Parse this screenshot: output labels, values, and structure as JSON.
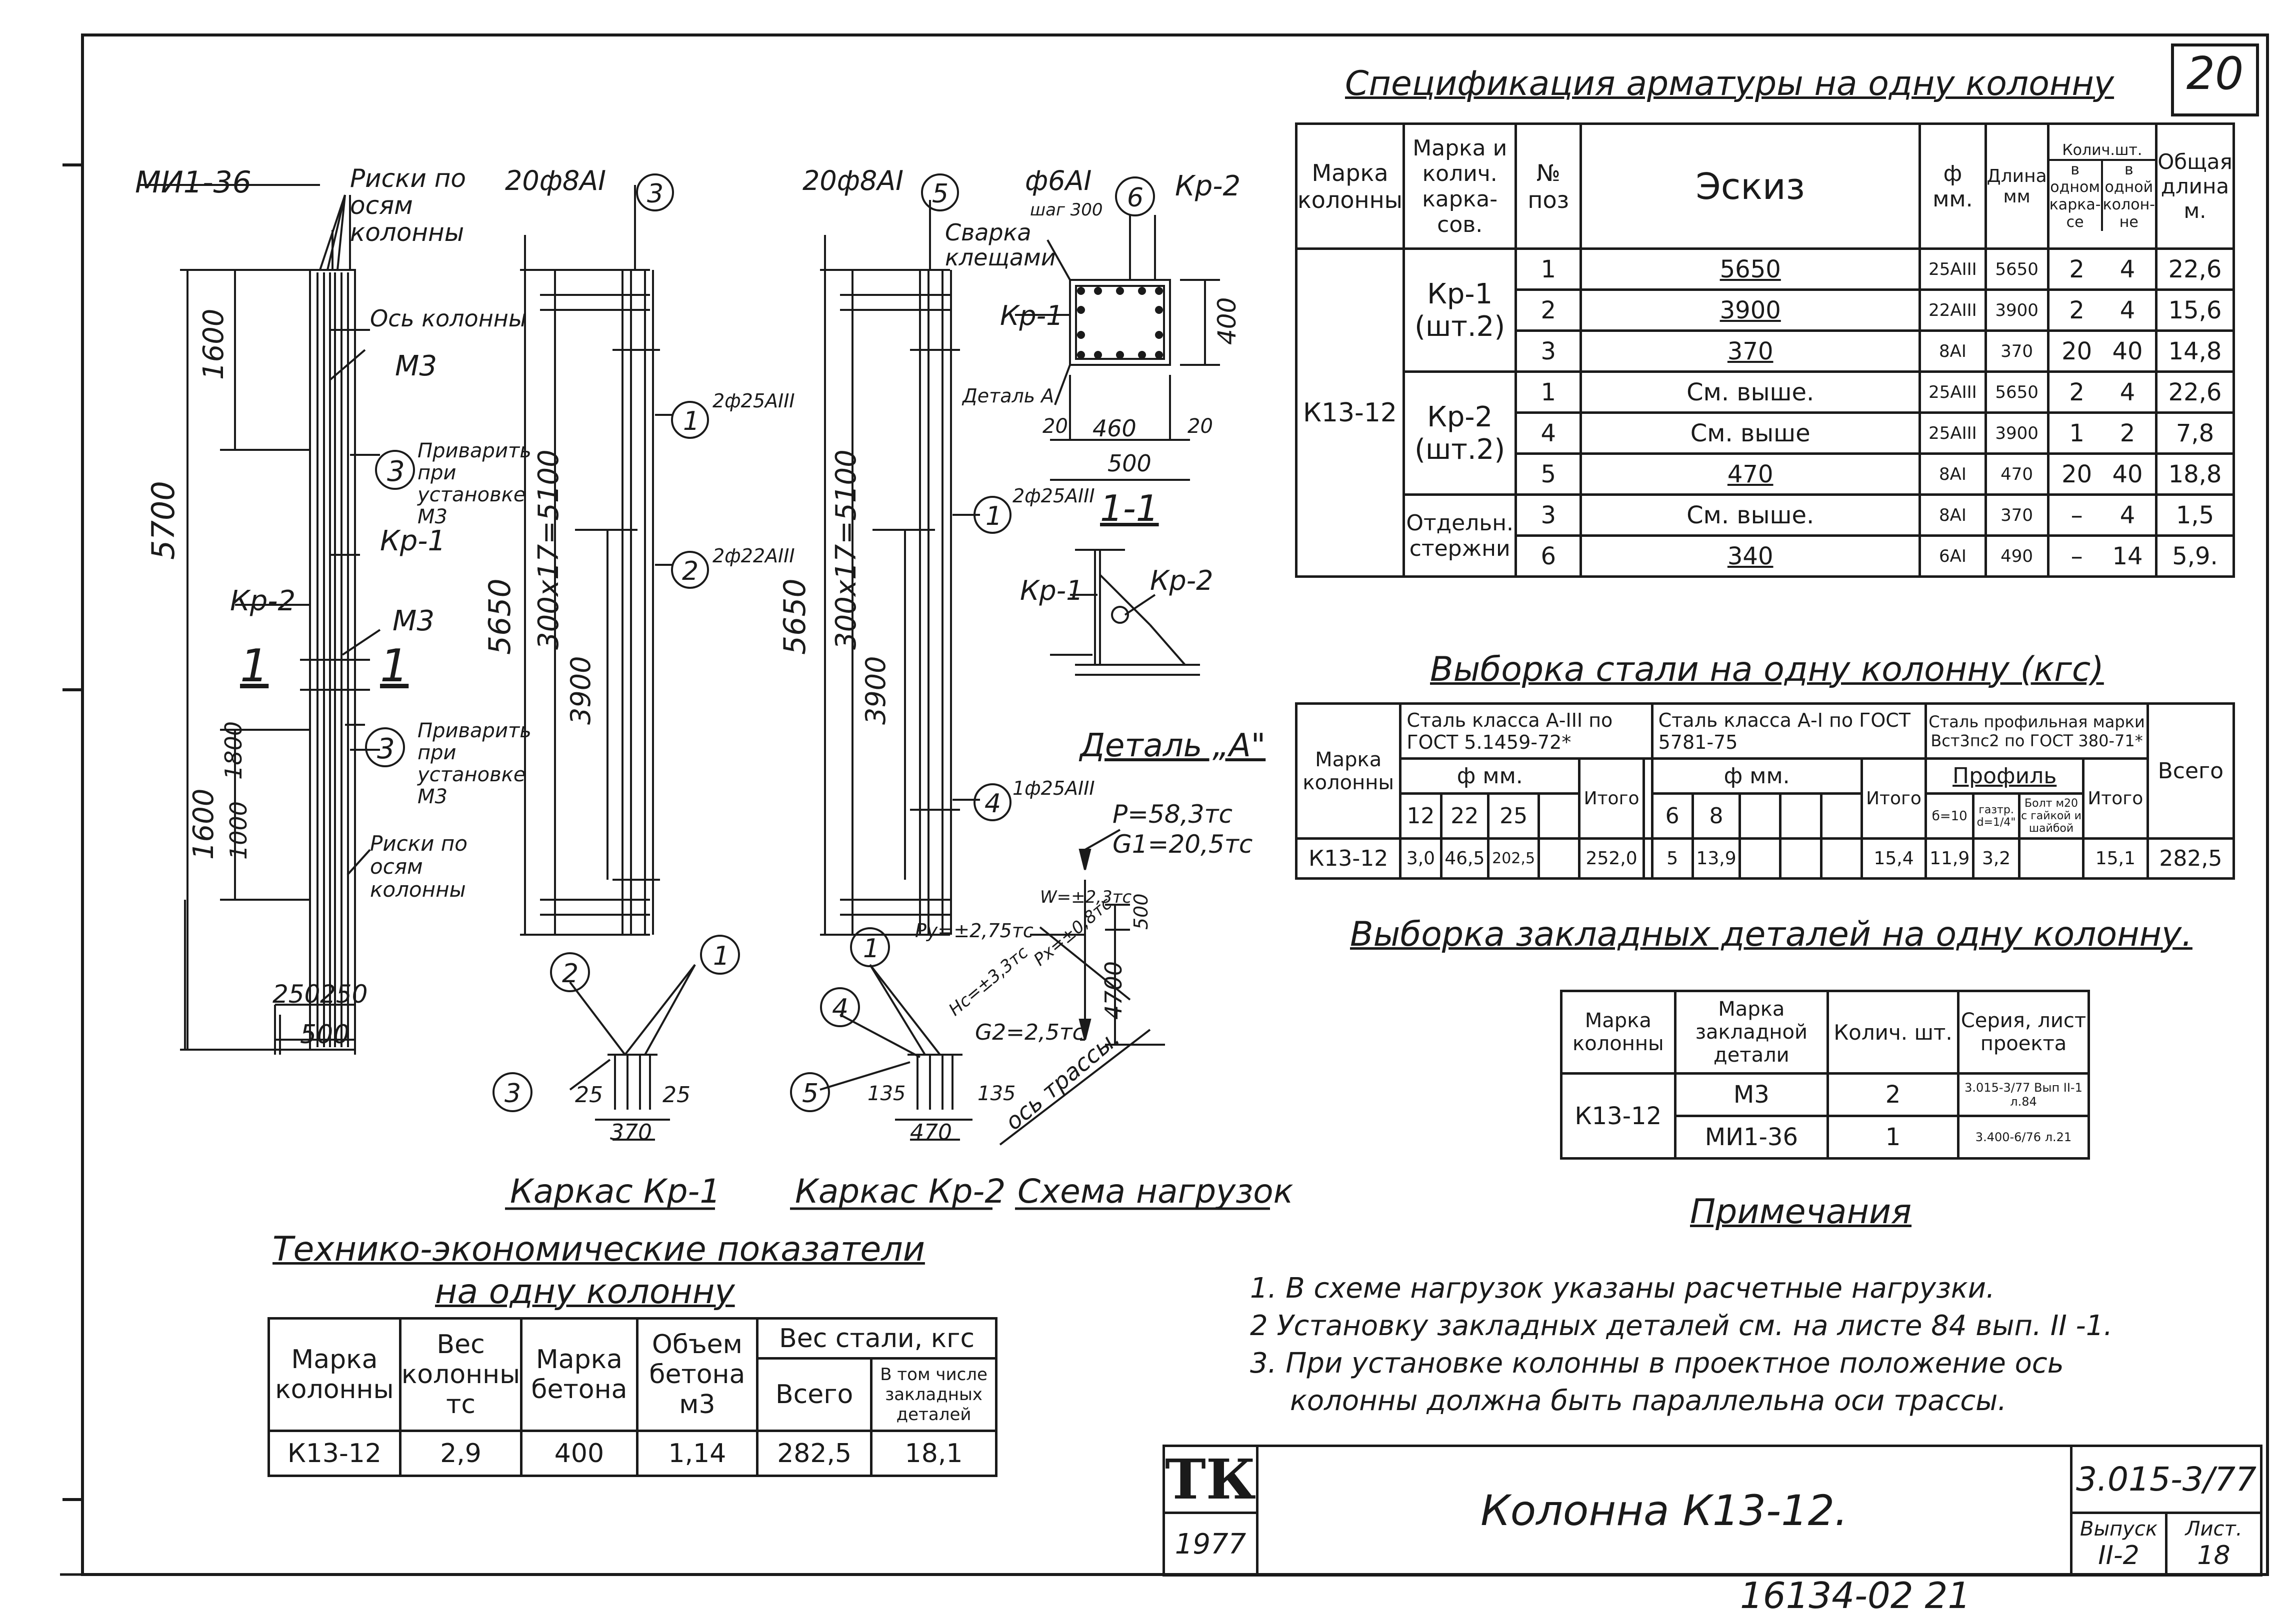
{
  "sheet": {
    "number": "20",
    "title": "Колонна  К13-12.",
    "series": "3.015-3/77",
    "issue_label": "Выпуск",
    "issue": "II-2",
    "sheet_label": "Лист.",
    "sheet_no": "18",
    "logo": "ТК",
    "year": "1977",
    "bottom_number": "16134-02   21"
  },
  "labels": {
    "mi": "МИ1-36",
    "riski_top": "Риски по осям колонны",
    "os": "Ось колонны",
    "m3a": "М3",
    "m3b": "М3",
    "privarit1": "Приварить при установке М3",
    "privarit2": "Приварить при установке М3",
    "kr1": "Кр-1",
    "kr2": "Кр-2",
    "riski_bot": "Риски по осям колонны",
    "sec1a": "1",
    "sec1b": "1",
    "d5700": "5700",
    "d1600a": "1600",
    "d1600b": "1600",
    "d1800": "1800",
    "d1000": "1000",
    "d250a": "250",
    "d250b": "250",
    "d500": "500",
    "bar1": "20ф8АI",
    "bar2": "20ф8АI",
    "bar3": "ф6АI",
    "shag": "шаг 300",
    "kr2b": "Кр-2",
    "svarka": "Сварка клещами",
    "kr1b": "Кр-1",
    "detA": "Деталь А",
    "c1": "2ф25АIII",
    "c2": "2ф22АIII",
    "c3": "2ф25АIII",
    "c4": "1ф25АIII",
    "d5650a": "5650",
    "d5650b": "5650",
    "d300a": "300х17=5100",
    "d300b": "300х17=5100",
    "d3900a": "3900",
    "d3900b": "3900",
    "d400": "400",
    "d460": "460",
    "d20a": "20",
    "d20b": "20",
    "d500b": "500",
    "sec11": "1-1",
    "kr1c": "Кр-1",
    "kr2c": "Кр-2",
    "detailA": "Деталь „А\"",
    "p": "P=58,3тс",
    "g1": "G1=20,5тс",
    "w": "W=±2,3тс",
    "py": "Py=±2,75тс",
    "hc": "Hc=±3,3тс",
    "px": "Px=±0,8тс",
    "g2": "G2=2,5тс",
    "d4700": "4700",
    "d500c": "500",
    "ostrassy": "ось трассы.",
    "d370": "370",
    "d470": "470",
    "d25a": "25",
    "d25b": "25",
    "d135a": "135",
    "d135b": "135",
    "cap1": "Каркас Кр-1",
    "cap2": "Каркас Кр-2",
    "cap3": "Схема нагрузок"
  },
  "spec": {
    "title": "Спецификация арматуры на одну колонну",
    "h_marka": "Марка колонны",
    "h_karkas": "Марка и колич. карка-сов.",
    "h_no": "№ поз",
    "h_eskiz": "Эскиз",
    "h_phi": "ф мм.",
    "h_len": "Длина мм",
    "h_kol": "Колич.шт.",
    "h_v1": "в одном карка-се",
    "h_v2": "в одной колон-не",
    "h_total": "Общая длина м.",
    "col_mark": "К13-12",
    "g1": "Кр-1 (шт.2)",
    "g2": "Кр-2 (шт.2)",
    "g3": "Отдельн. стержни",
    "rows": [
      {
        "no": "1",
        "sk": "5650",
        "phi": "25АIII",
        "len": "5650",
        "a": "2",
        "b": "4",
        "t": "22,6"
      },
      {
        "no": "2",
        "sk": "3900",
        "phi": "22АIII",
        "len": "3900",
        "a": "2",
        "b": "4",
        "t": "15,6"
      },
      {
        "no": "3",
        "sk": "370",
        "phi": "8АI",
        "len": "370",
        "a": "20",
        "b": "40",
        "t": "14,8"
      },
      {
        "no": "1",
        "sk": "См. выше.",
        "phi": "25АIII",
        "len": "5650",
        "a": "2",
        "b": "4",
        "t": "22,6"
      },
      {
        "no": "4",
        "sk": "См. выше",
        "phi": "25АIII",
        "len": "3900",
        "a": "1",
        "b": "2",
        "t": "7,8"
      },
      {
        "no": "5",
        "sk": "470",
        "phi": "8АI",
        "len": "470",
        "a": "20",
        "b": "40",
        "t": "18,8"
      },
      {
        "no": "3",
        "sk": "См. выше.",
        "phi": "8АI",
        "len": "370",
        "a": "–",
        "b": "4",
        "t": "1,5"
      },
      {
        "no": "6",
        "sk": "340",
        "phi": "6АI",
        "len": "490",
        "a": "–",
        "b": "14",
        "t": "5,9."
      }
    ]
  },
  "steel": {
    "title": "Выборка стали на одну колонну (кгс)",
    "h_marka": "Марка колонны",
    "h_a3": "Сталь класса А-III по ГОСТ 5.1459-72*",
    "h_a1": "Сталь класса А-I по ГОСТ 5781-75",
    "h_prof": "Сталь профильная марки Вст3пс2 по ГОСТ 380-71*",
    "h_phi1": "ф мм.",
    "h_phi2": "ф мм.",
    "h_profil": "Профиль",
    "c12": "12",
    "c22": "22",
    "c25": "25",
    "c6": "6",
    "c8": "8",
    "h_itogo1": "Итого",
    "h_itogo2": "Итого",
    "h_itogo3": "Итого",
    "h_b10": "б=10",
    "h_gaz": "газтр. d=1/4\"",
    "h_bolt": "Болт м20 с гайкой и шайбой",
    "h_vsego": "Всего",
    "row": {
      "m": "К13-12",
      "v12": "3,0",
      "v22": "46,5",
      "v25": "202,5",
      "it1": "252,0",
      "v6": "5",
      "v8": "13,9",
      "it2": "15,4",
      "b10": "11,9",
      "gaz": "3,2",
      "it3": "15,1",
      "vs": "282,5"
    }
  },
  "emb": {
    "title": "Выборка закладных деталей на одну колонну.",
    "h1": "Марка колонны",
    "h2": "Марка закладной детали",
    "h3": "Колич. шт.",
    "h4": "Серия, лист проекта",
    "col": "К13-12",
    "r1": {
      "m": "М3",
      "q": "2",
      "s": "3.015-3/77 Вып II-1 л.84"
    },
    "r2": {
      "m": "МИ1-36",
      "q": "1",
      "s": "3.400-6/76 л.21"
    }
  },
  "notes": {
    "title": "Примечания",
    "n1": "1. В схеме нагрузок указаны расчетные нагрузки.",
    "n2": "2  Установку закладных деталей см. на листе 84 вып. II -1.",
    "n3": "3. При установке колонны в проектное положение ось",
    "n3b": "колонны должна быть параллельна оси трассы."
  },
  "tech": {
    "title1": "Технико-экономические показатели",
    "title2": "на одну колонну",
    "h1": "Марка колонны",
    "h2": "Вес колонны тс",
    "h3": "Марка бетона",
    "h4": "Объем бетона м3",
    "h5": "Вес стали, кгс",
    "h6": "Всего",
    "h7": "В том числе закладных деталей",
    "row": {
      "m": "К13-12",
      "w": "2,9",
      "b": "400",
      "v": "1,14",
      "s": "282,5",
      "z": "18,1"
    }
  }
}
